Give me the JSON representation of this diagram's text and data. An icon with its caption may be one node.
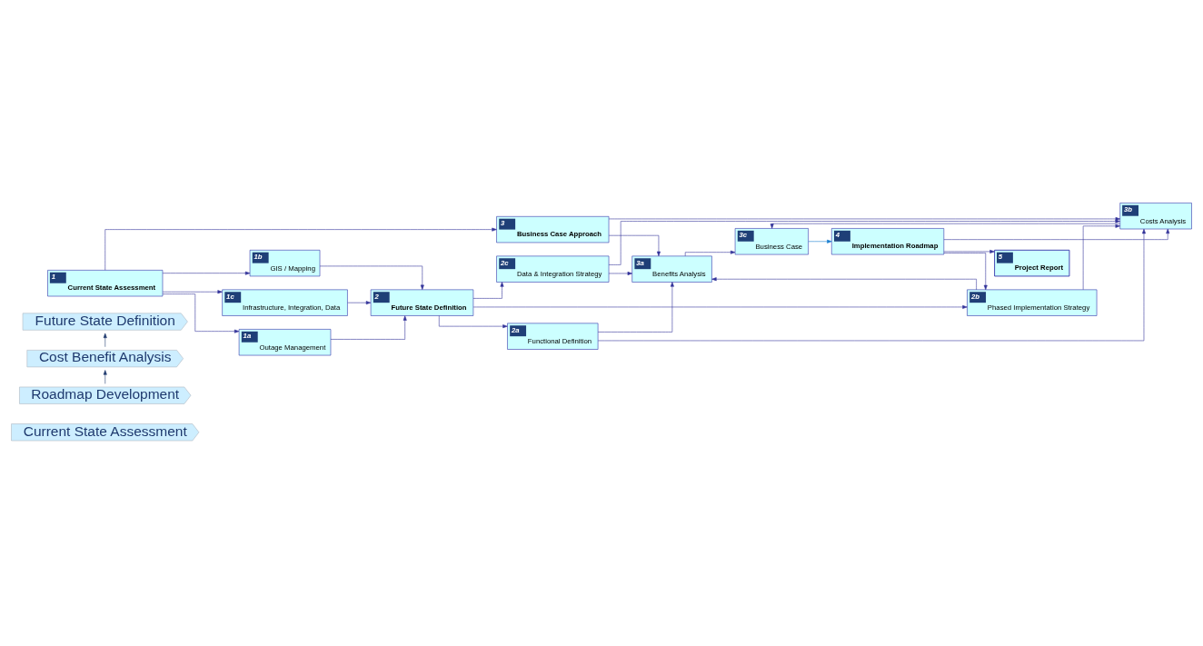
{
  "diagram": {
    "nodes": [
      {
        "text": [
          "Current State Assessment"
        ]
      },
      {
        "text": [
          "Future State Definition"
        ]
      },
      {
        "text": [
          "Cost Benefit Analysis"
        ]
      },
      {
        "text": [
          "Roadmap Development"
        ]
      },
      {
        "text": [
          "1",
          "Current State Assessment"
        ]
      },
      {
        "text": [
          "1a",
          "Outage Management"
        ]
      },
      {
        "text": [
          "1b",
          "GIS / Mapping"
        ]
      },
      {
        "text": [
          "1c",
          "Infrastructure, Integration, Data"
        ]
      },
      {
        "text": [
          "2",
          "Future State Definition"
        ]
      },
      {
        "text": [
          "2a",
          "Functional Definition"
        ]
      },
      {
        "text": [
          "2b",
          "Phased Implementation Strategy"
        ]
      },
      {
        "text": [
          "2c",
          "Data & Integration Strategy"
        ]
      },
      {
        "text": [
          "3",
          "Business Case Approach"
        ]
      },
      {
        "text": [
          "3a",
          "Benefits Analysis"
        ]
      },
      {
        "text": [
          "3b",
          "Costs Analysis"
        ]
      },
      {
        "text": [
          "3c",
          "Business Case"
        ]
      },
      {
        "text": [
          "4",
          "Implementation Roadmap"
        ]
      },
      {
        "text": [
          "5",
          "Project Report"
        ]
      }
    ],
    "edges": [
      {
        "from": 3,
        "to": 2,
        "arrow": "to",
        "color": "#1f3a6e"
      },
      {
        "from": 2,
        "to": 1,
        "arrow": "to",
        "color": "#1f3a6e"
      },
      {
        "from": 4,
        "to": 12,
        "arrow": "to"
      },
      {
        "from": 4,
        "to": 5,
        "arrow": "to"
      },
      {
        "from": 4,
        "to": 6,
        "arrow": "to"
      },
      {
        "from": 4,
        "to": 7,
        "arrow": "to"
      },
      {
        "from": 5,
        "to": 8,
        "arrow": "to"
      },
      {
        "from": 6,
        "to": 8,
        "arrow": "to"
      },
      {
        "from": 7,
        "to": 8,
        "arrow": "to"
      },
      {
        "from": 8,
        "to": 9,
        "arrow": "to"
      },
      {
        "from": 8,
        "to": 10,
        "arrow": "to"
      },
      {
        "from": 8,
        "to": 11,
        "arrow": "to"
      },
      {
        "from": 12,
        "to": 13,
        "arrow": "to"
      },
      {
        "from": 12,
        "to": 14,
        "arrow": "to"
      },
      {
        "from": 9,
        "to": 13,
        "arrow": "to"
      },
      {
        "from": 10,
        "to": 13,
        "arrow": "to"
      },
      {
        "from": 11,
        "to": 13,
        "arrow": "to"
      },
      {
        "from": 9,
        "to": 14,
        "arrow": "to"
      },
      {
        "from": 10,
        "to": 14,
        "arrow": "to"
      },
      {
        "from": 11,
        "to": 14,
        "arrow": "to"
      },
      {
        "from": 13,
        "to": 15,
        "arrow": "to"
      },
      {
        "from": 14,
        "to": 15,
        "arrow": "to"
      },
      {
        "from": 15,
        "to": 16,
        "arrow": "to",
        "color": "#1a7fd0"
      },
      {
        "from": 16,
        "to": 17,
        "arrow": "to"
      },
      {
        "from": 16,
        "to": 14,
        "arrow": "to"
      },
      {
        "from": 16,
        "to": 10,
        "arrow": "to"
      }
    ]
  }
}
